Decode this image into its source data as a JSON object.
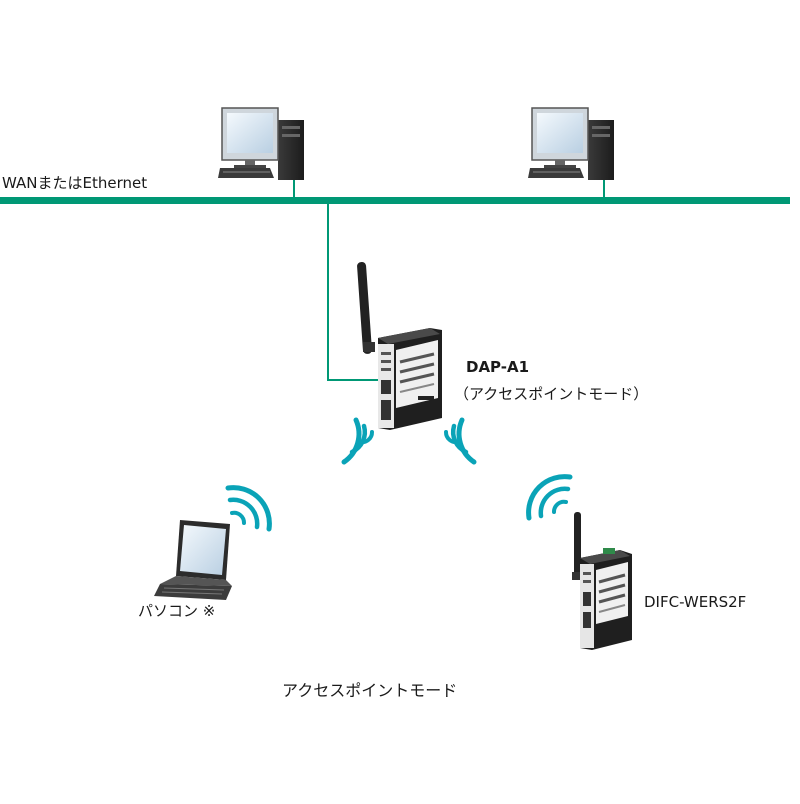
{
  "network": {
    "label": "WANまたはEthernet",
    "color": "#009875"
  },
  "nodes": {
    "pc_left": {
      "kind": "desktop-pc"
    },
    "pc_right": {
      "kind": "desktop-pc"
    },
    "access_point": {
      "name": "DAP-A1",
      "mode": "（アクセスポイントモード）"
    },
    "laptop": {
      "label": "パソコン ※"
    },
    "client_device": {
      "label": "DIFC-WERS2F"
    }
  },
  "caption": "アクセスポイントモード",
  "icons": {
    "wifi": "wifi-signal-icon",
    "desktop": "desktop-pc-icon",
    "laptop": "laptop-icon",
    "router": "wireless-router-icon"
  },
  "colors": {
    "wire": "#009875",
    "wifi": "#0aa3b7",
    "device_dark": "#2b2b2b",
    "screen": "#d9e7f2"
  }
}
